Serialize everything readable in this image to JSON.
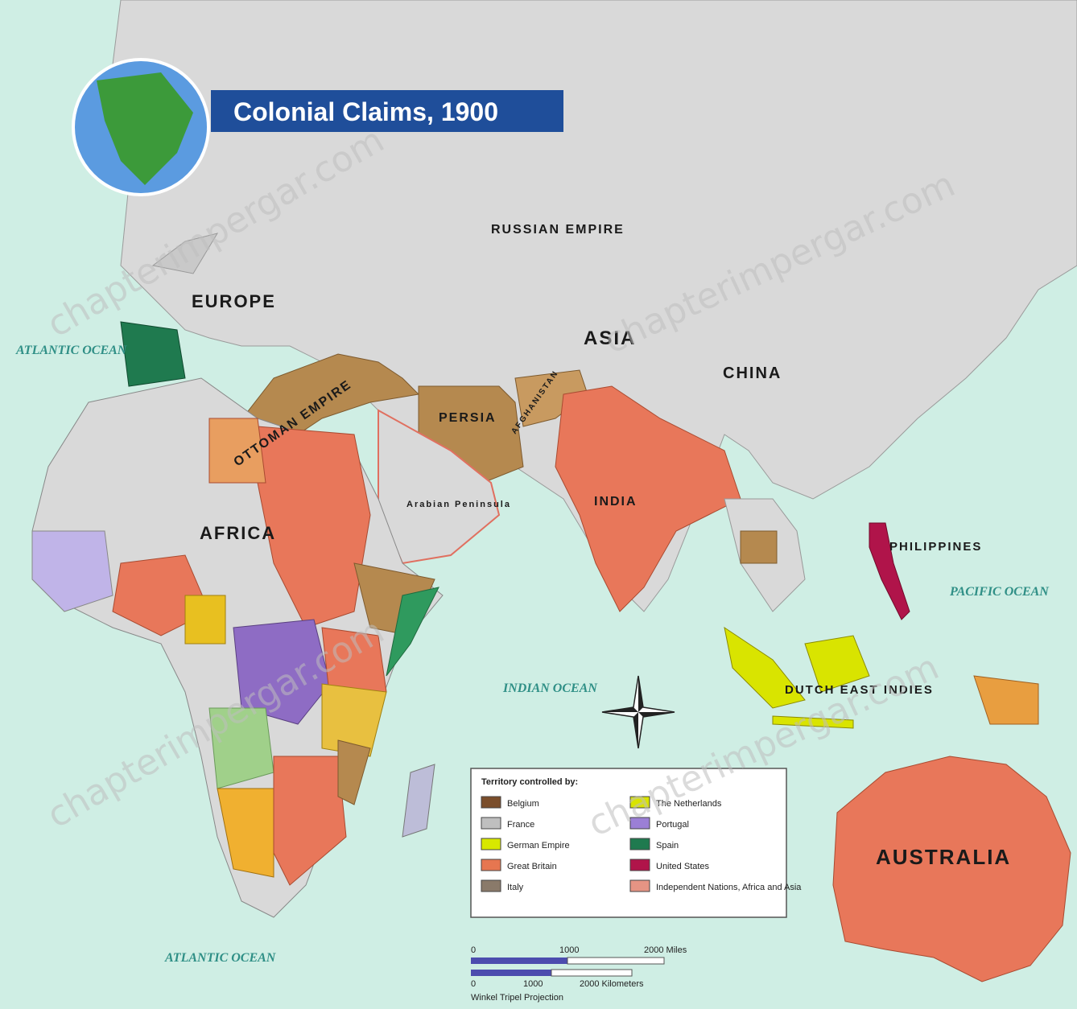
{
  "title": "Colonial Claims, 1900",
  "regions": {
    "russian_empire": "RUSSIAN EMPIRE",
    "europe": "EUROPE",
    "asia": "ASIA",
    "china": "CHINA",
    "ottoman": "OTTOMAN EMPIRE",
    "persia": "PERSIA",
    "afghanistan": "AFGHANISTAN",
    "arabian": "Arabian Peninsula",
    "africa": "AFRICA",
    "india": "INDIA",
    "philippines": "PHILIPPINES",
    "dutch_east_indies": "DUTCH EAST INDIES",
    "australia": "AUSTRALIA"
  },
  "oceans": {
    "atlantic_north": "ATLANTIC OCEAN",
    "atlantic_south": "ATLANTIC OCEAN",
    "indian": "INDIAN OCEAN",
    "pacific": "PACIFIC OCEAN"
  },
  "legend": {
    "heading": "Territory controlled by:",
    "items": [
      {
        "label": "Belgium",
        "color": "#7b4e2b"
      },
      {
        "label": "France",
        "color": "#bfbfbf"
      },
      {
        "label": "German Empire",
        "color": "#d8e800"
      },
      {
        "label": "Great Britain",
        "color": "#e67650"
      },
      {
        "label": "Italy",
        "color": "#8a7a6a"
      },
      {
        "label": "The Netherlands",
        "color": "#d9e400"
      },
      {
        "label": "Portugal",
        "color": "#9b7fd6"
      },
      {
        "label": "Spain",
        "color": "#1f7a4f"
      },
      {
        "label": "United States",
        "color": "#b0144a"
      },
      {
        "label": "Independent Nations, Africa and Asia",
        "color": "#e59484"
      }
    ]
  },
  "scale": {
    "miles": [
      "0",
      "1000",
      "2000 Miles"
    ],
    "km": [
      "0",
      "1000",
      "2000 Kilometers"
    ],
    "projection": "Winkel Tripel Projection"
  },
  "watermark": "chapterimpergar.com",
  "colors": {
    "ocean": "#cfeee4",
    "land": "#d9d9d9",
    "britain": "#e8775a",
    "ottoman": "#b5894f",
    "title_bar": "#1f4e9a"
  }
}
